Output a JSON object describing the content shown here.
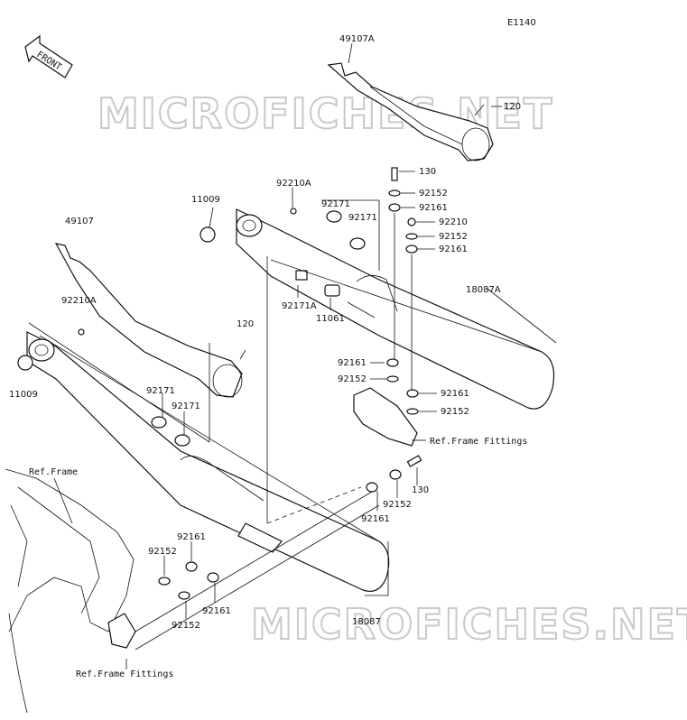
{
  "diagram_code": "E1140",
  "front_label": "FRONT",
  "watermark": "MICROFICHES.NET",
  "labels": [
    {
      "id": "49107A",
      "text": "49107A"
    },
    {
      "id": "120a",
      "text": "120"
    },
    {
      "id": "130a",
      "text": "130"
    },
    {
      "id": "92152a",
      "text": "92152"
    },
    {
      "id": "92161a",
      "text": "92161"
    },
    {
      "id": "92210",
      "text": "92210"
    },
    {
      "id": "92152b",
      "text": "92152"
    },
    {
      "id": "92161b",
      "text": "92161"
    },
    {
      "id": "18087A",
      "text": "18087A"
    },
    {
      "id": "11009a",
      "text": "11009"
    },
    {
      "id": "92210Aa",
      "text": "92210A"
    },
    {
      "id": "92171a",
      "text": "92171"
    },
    {
      "id": "92171b",
      "text": "92171"
    },
    {
      "id": "92171A",
      "text": "92171A"
    },
    {
      "id": "11061",
      "text": "11061"
    },
    {
      "id": "49107",
      "text": "49107"
    },
    {
      "id": "92210Ab",
      "text": "92210A"
    },
    {
      "id": "120b",
      "text": "120"
    },
    {
      "id": "11009b",
      "text": "11009"
    },
    {
      "id": "92161c",
      "text": "92161"
    },
    {
      "id": "92152c",
      "text": "92152"
    },
    {
      "id": "92161d",
      "text": "92161"
    },
    {
      "id": "92152d",
      "text": "92152"
    },
    {
      "id": "92171c",
      "text": "92171"
    },
    {
      "id": "92171d",
      "text": "92171"
    },
    {
      "id": "ref_frame_fittings_a",
      "text": "Ref.Frame Fittings"
    },
    {
      "id": "130b",
      "text": "130"
    },
    {
      "id": "92152e",
      "text": "92152"
    },
    {
      "id": "92161e",
      "text": "92161"
    },
    {
      "id": "ref_frame",
      "text": "Ref.Frame"
    },
    {
      "id": "92161f",
      "text": "92161"
    },
    {
      "id": "92152f",
      "text": "92152"
    },
    {
      "id": "92161g",
      "text": "92161"
    },
    {
      "id": "92152g",
      "text": "92152"
    },
    {
      "id": "18087",
      "text": "18087"
    },
    {
      "id": "ref_frame_fittings_b",
      "text": "Ref.Frame Fittings"
    }
  ]
}
